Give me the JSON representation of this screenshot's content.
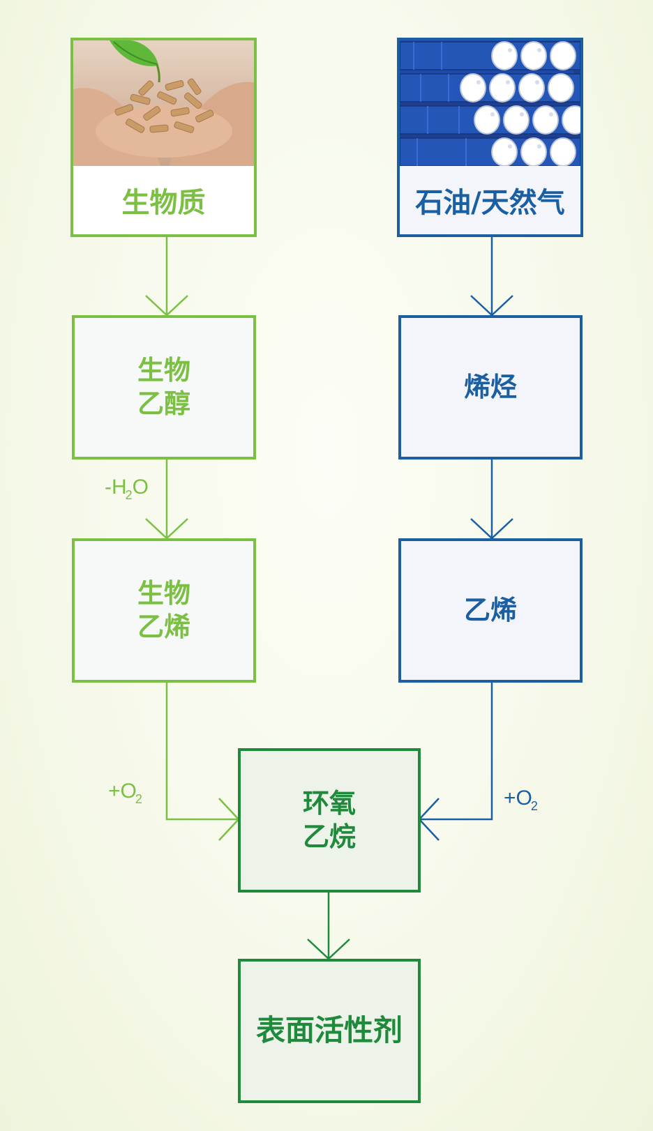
{
  "nodes": {
    "biomass": "生物质",
    "petroleum": "石油/天然气",
    "bioethanol": "生物\n乙醇",
    "olefin": "烯烃",
    "bioethylene": "生物\n乙烯",
    "ethylene": "乙烯",
    "ethylene_oxide": "环氧\n乙烷",
    "surfactant": "表面活性剂"
  },
  "annotations": {
    "dehydrate": {
      "prefix": "-H",
      "sub": "2",
      "suffix": "O"
    },
    "oxygen_left": {
      "prefix": "+O",
      "sub": "2"
    },
    "oxygen_right": {
      "prefix": "+O",
      "sub": "2"
    }
  },
  "images": {
    "biomass": "hands-holding-wood-pellets-with-leaf",
    "petroleum": "stacked-blue-oil-drums"
  },
  "colors": {
    "bio": "#7bc043",
    "petro": "#1b5fa3",
    "shared": "#1f8a3b"
  }
}
